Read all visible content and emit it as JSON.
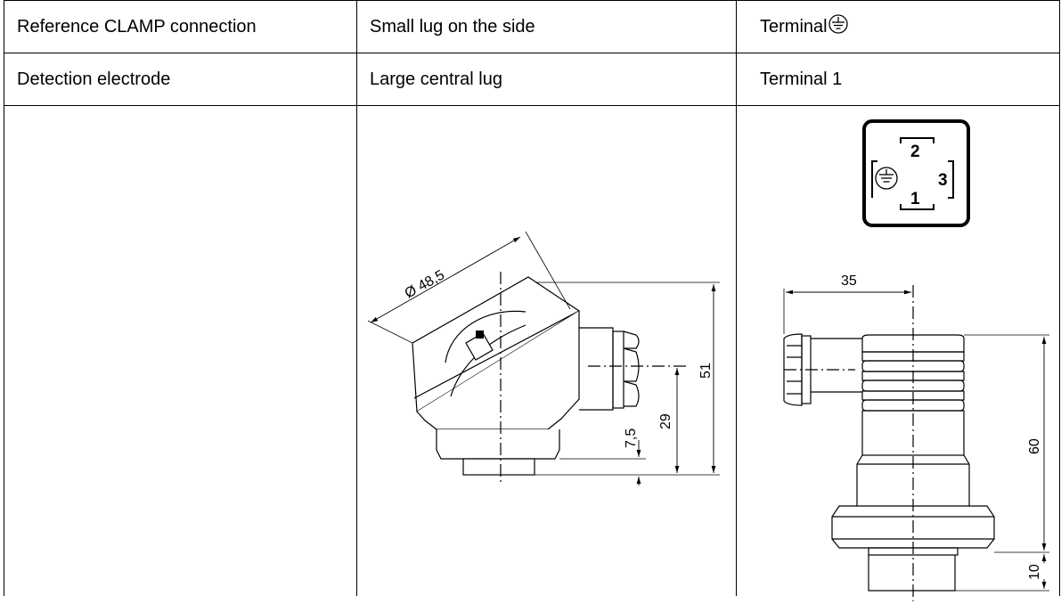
{
  "rows": [
    {
      "function": "Reference CLAMP connection",
      "location": "Small lug on the side",
      "terminal": "Terminal"
    },
    {
      "function": "Detection electrode",
      "location": "Large central lug",
      "terminal": "Terminal 1"
    }
  ],
  "head_drawing": {
    "diameter_label": "Ø 48,5",
    "dim_51": "51",
    "dim_29": "29",
    "dim_7_5": "7,5"
  },
  "connector_drawing": {
    "pin_2": "2",
    "pin_3": "3",
    "pin_1": "1",
    "dim_35": "35",
    "dim_60": "60",
    "dim_10": "10"
  },
  "icons": [
    "ground-icon"
  ]
}
